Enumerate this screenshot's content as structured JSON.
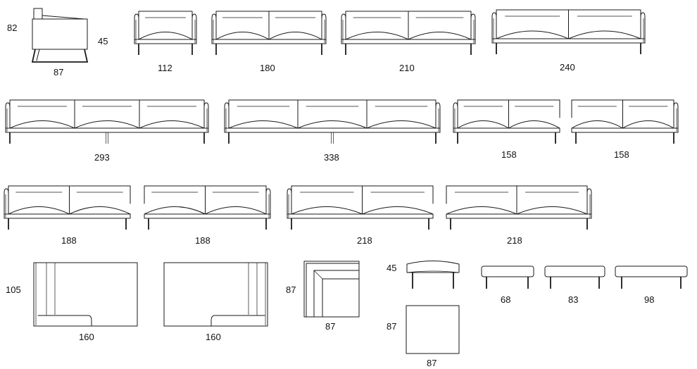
{
  "sofa_line_drawing": {
    "side_view": {
      "height": "82",
      "seat_height": "45",
      "depth": "87"
    },
    "row1_widths": [
      "112",
      "180",
      "210",
      "240"
    ],
    "row2_widths": [
      "293",
      "338",
      "158",
      "158"
    ],
    "row3_widths": [
      "188",
      "188",
      "218",
      "218"
    ],
    "chaise_longues": {
      "depth": "105",
      "widths": [
        "160",
        "160"
      ]
    },
    "corner_module": {
      "height": "87",
      "width": "87"
    },
    "ottoman": {
      "height": "45",
      "plan_height": "87",
      "plan_width": "87"
    },
    "benches": [
      "68",
      "83",
      "98"
    ]
  }
}
